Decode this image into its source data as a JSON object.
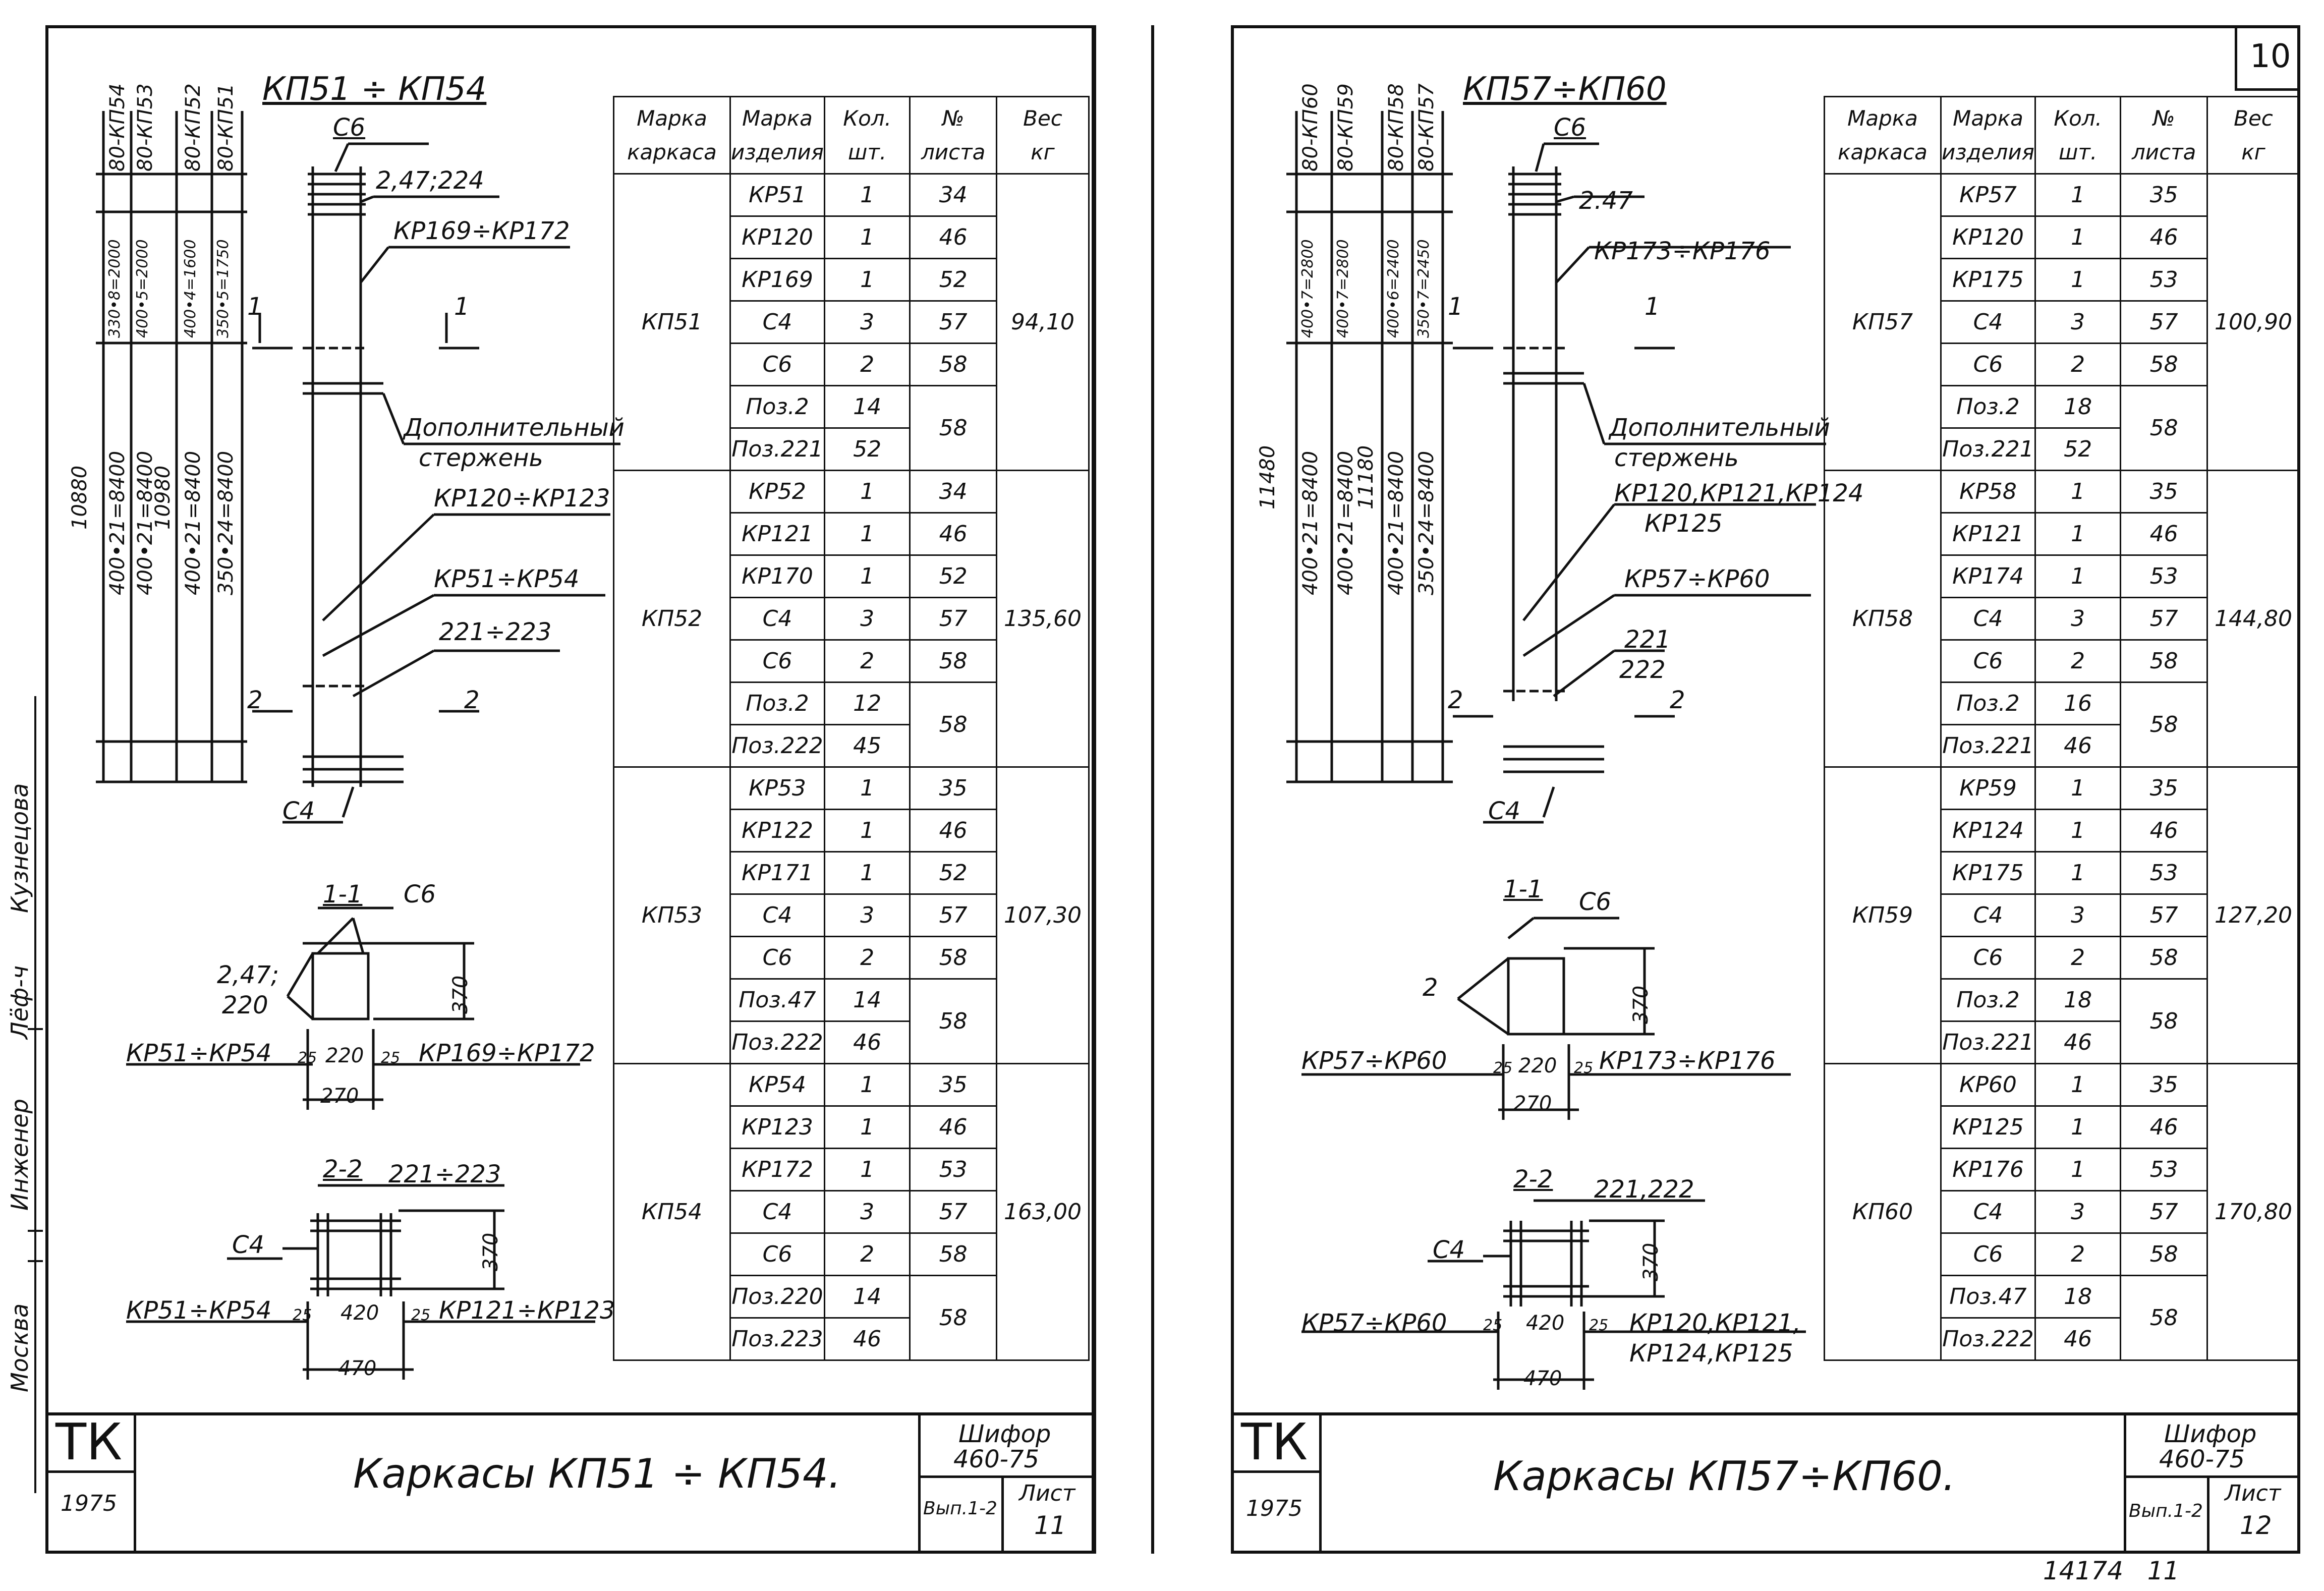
{
  "page_number": "10",
  "bottom_stamp": "14174   11",
  "sidebar": {
    "labels": [
      "Москва",
      "Инженер",
      "Лёф-ч",
      "Кузнецова"
    ]
  },
  "left": {
    "title": "КП51 ÷ КП54",
    "table_headers": [
      {
        "l1": "Марка",
        "l2": "каркаса"
      },
      {
        "l1": "Марка",
        "l2": "изделия"
      },
      {
        "l1": "Кол.",
        "l2": "шт."
      },
      {
        "l1": "№",
        "l2": "листа"
      },
      {
        "l1": "Вес",
        "l2": "кг"
      }
    ],
    "groups": [
      {
        "mark": "КП51",
        "weight": "94,10",
        "rows": [
          {
            "item": "КР51",
            "qty": "1",
            "sheet": "34"
          },
          {
            "item": "КР120",
            "qty": "1",
            "sheet": "46"
          },
          {
            "item": "КР169",
            "qty": "1",
            "sheet": "52"
          },
          {
            "item": "С4",
            "qty": "3",
            "sheet": "57"
          },
          {
            "item": "С6",
            "qty": "2",
            "sheet": "58"
          },
          {
            "item": "Поз.2",
            "qty": "14",
            "sheet": "58"
          },
          {
            "item": "Поз.221",
            "qty": "52",
            "sheet": ""
          }
        ]
      },
      {
        "mark": "КП52",
        "weight": "135,60",
        "rows": [
          {
            "item": "КР52",
            "qty": "1",
            "sheet": "34"
          },
          {
            "item": "КР121",
            "qty": "1",
            "sheet": "46"
          },
          {
            "item": "КР170",
            "qty": "1",
            "sheet": "52"
          },
          {
            "item": "С4",
            "qty": "3",
            "sheet": "57"
          },
          {
            "item": "С6",
            "qty": "2",
            "sheet": "58"
          },
          {
            "item": "Поз.2",
            "qty": "12",
            "sheet": "58"
          },
          {
            "item": "Поз.222",
            "qty": "45",
            "sheet": ""
          }
        ]
      },
      {
        "mark": "КП53",
        "weight": "107,30",
        "rows": [
          {
            "item": "КР53",
            "qty": "1",
            "sheet": "35"
          },
          {
            "item": "КР122",
            "qty": "1",
            "sheet": "46"
          },
          {
            "item": "КР171",
            "qty": "1",
            "sheet": "52"
          },
          {
            "item": "С4",
            "qty": "3",
            "sheet": "57"
          },
          {
            "item": "С6",
            "qty": "2",
            "sheet": "58"
          },
          {
            "item": "Поз.47",
            "qty": "14",
            "sheet": "58"
          },
          {
            "item": "Поз.222",
            "qty": "46",
            "sheet": ""
          }
        ]
      },
      {
        "mark": "КП54",
        "weight": "163,00",
        "rows": [
          {
            "item": "КР54",
            "qty": "1",
            "sheet": "35"
          },
          {
            "item": "КР123",
            "qty": "1",
            "sheet": "46"
          },
          {
            "item": "КР172",
            "qty": "1",
            "sheet": "53"
          },
          {
            "item": "С4",
            "qty": "3",
            "sheet": "57"
          },
          {
            "item": "С6",
            "qty": "2",
            "sheet": "58"
          },
          {
            "item": "Поз.220",
            "qty": "14",
            "sheet": "58"
          },
          {
            "item": "Поз.223",
            "qty": "46",
            "sheet": ""
          }
        ]
      }
    ],
    "drawing": {
      "c6": "С6",
      "c4": "С4",
      "ref1": "2,47;224",
      "ref2": "КР169÷КР172",
      "extra1": "Дополнительный",
      "extra2": "стержень",
      "ref3": "КР120÷КР123",
      "ref4": "КР51÷КР54",
      "ref5": "221÷223",
      "dims_v": [
        "10880",
        "400•21=8400",
        "400•21=8400",
        "10980",
        "400•21=8400",
        "350•24=8400",
        "80-КП54",
        "80-КП53",
        "80-КП52",
        "80-КП51",
        "330•8=2000",
        "400•5=2000",
        "400•4=1600",
        "350•5=1750"
      ],
      "sec1": "1-1",
      "sec2": "2-2",
      "sec_c6": "С6",
      "sec_c4": "С4",
      "s1_ref": "2,47;",
      "s1_ref2": "220",
      "s1_l": "КР51÷КР54",
      "s1_r": "КР169÷КР172",
      "s1_d1": "25",
      "s1_d2": "220",
      "s1_d3": "25",
      "s1_w": "270",
      "s1_h": "370",
      "s2_top": "221÷223",
      "s2_l": "КР51÷КР54",
      "s2_r": "КР121÷КР123",
      "s2_d1": "25",
      "s2_d2": "420",
      "s2_d3": "25",
      "s2_w": "470",
      "s2_h": "370",
      "mark1": "1",
      "mark2": "2"
    },
    "titleblock": {
      "tk": "ТК",
      "year": "1975",
      "title": "Каркасы КП51 ÷ КП54.",
      "code1": "Шифор",
      "code2": "460-75",
      "vyp": "Вып.1-2",
      "list_lbl": "Лист",
      "list_no": "11"
    }
  },
  "right": {
    "title": "КП57÷КП60",
    "table_headers": [
      {
        "l1": "Марка",
        "l2": "каркаса"
      },
      {
        "l1": "Марка",
        "l2": "изделия"
      },
      {
        "l1": "Кол.",
        "l2": "шт."
      },
      {
        "l1": "№",
        "l2": "листа"
      },
      {
        "l1": "Вес",
        "l2": "кг"
      }
    ],
    "groups": [
      {
        "mark": "КП57",
        "weight": "100,90",
        "rows": [
          {
            "item": "КР57",
            "qty": "1",
            "sheet": "35"
          },
          {
            "item": "КР120",
            "qty": "1",
            "sheet": "46"
          },
          {
            "item": "КР175",
            "qty": "1",
            "sheet": "53"
          },
          {
            "item": "С4",
            "qty": "3",
            "sheet": "57"
          },
          {
            "item": "С6",
            "qty": "2",
            "sheet": "58"
          },
          {
            "item": "Поз.2",
            "qty": "18",
            "sheet": "58"
          },
          {
            "item": "Поз.221",
            "qty": "52",
            "sheet": ""
          }
        ]
      },
      {
        "mark": "КП58",
        "weight": "144,80",
        "rows": [
          {
            "item": "КР58",
            "qty": "1",
            "sheet": "35"
          },
          {
            "item": "КР121",
            "qty": "1",
            "sheet": "46"
          },
          {
            "item": "КР174",
            "qty": "1",
            "sheet": "53"
          },
          {
            "item": "С4",
            "qty": "3",
            "sheet": "57"
          },
          {
            "item": "С6",
            "qty": "2",
            "sheet": "58"
          },
          {
            "item": "Поз.2",
            "qty": "16",
            "sheet": "58"
          },
          {
            "item": "Поз.221",
            "qty": "46",
            "sheet": ""
          }
        ]
      },
      {
        "mark": "КП59",
        "weight": "127,20",
        "rows": [
          {
            "item": "КР59",
            "qty": "1",
            "sheet": "35"
          },
          {
            "item": "КР124",
            "qty": "1",
            "sheet": "46"
          },
          {
            "item": "КР175",
            "qty": "1",
            "sheet": "53"
          },
          {
            "item": "С4",
            "qty": "3",
            "sheet": "57"
          },
          {
            "item": "С6",
            "qty": "2",
            "sheet": "58"
          },
          {
            "item": "Поз.2",
            "qty": "18",
            "sheet": "58"
          },
          {
            "item": "Поз.221",
            "qty": "46",
            "sheet": ""
          }
        ]
      },
      {
        "mark": "КП60",
        "weight": "170,80",
        "rows": [
          {
            "item": "КР60",
            "qty": "1",
            "sheet": "35"
          },
          {
            "item": "КР125",
            "qty": "1",
            "sheet": "46"
          },
          {
            "item": "КР176",
            "qty": "1",
            "sheet": "53"
          },
          {
            "item": "С4",
            "qty": "3",
            "sheet": "57"
          },
          {
            "item": "С6",
            "qty": "2",
            "sheet": "58"
          },
          {
            "item": "Поз.47",
            "qty": "18",
            "sheet": "58"
          },
          {
            "item": "Поз.222",
            "qty": "46",
            "sheet": ""
          }
        ]
      }
    ],
    "drawing": {
      "c6": "С6",
      "c4": "С4",
      "ref1": "2.47",
      "ref2": "КР173÷КР176",
      "extra1": "Дополнительный",
      "extra2": "стержень",
      "ref3": "КР120,КР121,КР124",
      "ref3b": "КР125",
      "ref4": "КР57÷КР60",
      "ref5": "221",
      "ref5b": "222",
      "dims_v": [
        "11480",
        "400•21=8400",
        "400•21=8400",
        "11180",
        "400•21=8400",
        "350•24=8400",
        "80-КП60",
        "80-КП59",
        "80-КП58",
        "80-КП57",
        "400•7=2800",
        "400•7=2800",
        "400•6=2400",
        "350•7=2450"
      ],
      "sec1": "1-1",
      "sec2": "2-2",
      "sec_c6": "С6",
      "sec_c4": "С4",
      "s1_ref": "2",
      "s1_l": "КР57÷КР60",
      "s1_r": "КР173÷КР176",
      "s1_d1": "25",
      "s1_d2": "220",
      "s1_d3": "25",
      "s1_w": "270",
      "s1_h": "370",
      "s2_top": "221,222",
      "s2_l": "КР57÷КР60",
      "s2_r": "КР120,КР121,",
      "s2_r2": "КР124,КР125",
      "s2_d1": "25",
      "s2_d2": "420",
      "s2_d3": "25",
      "s2_w": "470",
      "s2_h": "370",
      "mark1": "1",
      "mark2": "2"
    },
    "titleblock": {
      "tk": "ТК",
      "year": "1975",
      "title": "Каркасы КП57÷КП60.",
      "code1": "Шифор",
      "code2": "460-75",
      "vyp": "Вып.1-2",
      "list_lbl": "Лист",
      "list_no": "12"
    }
  }
}
